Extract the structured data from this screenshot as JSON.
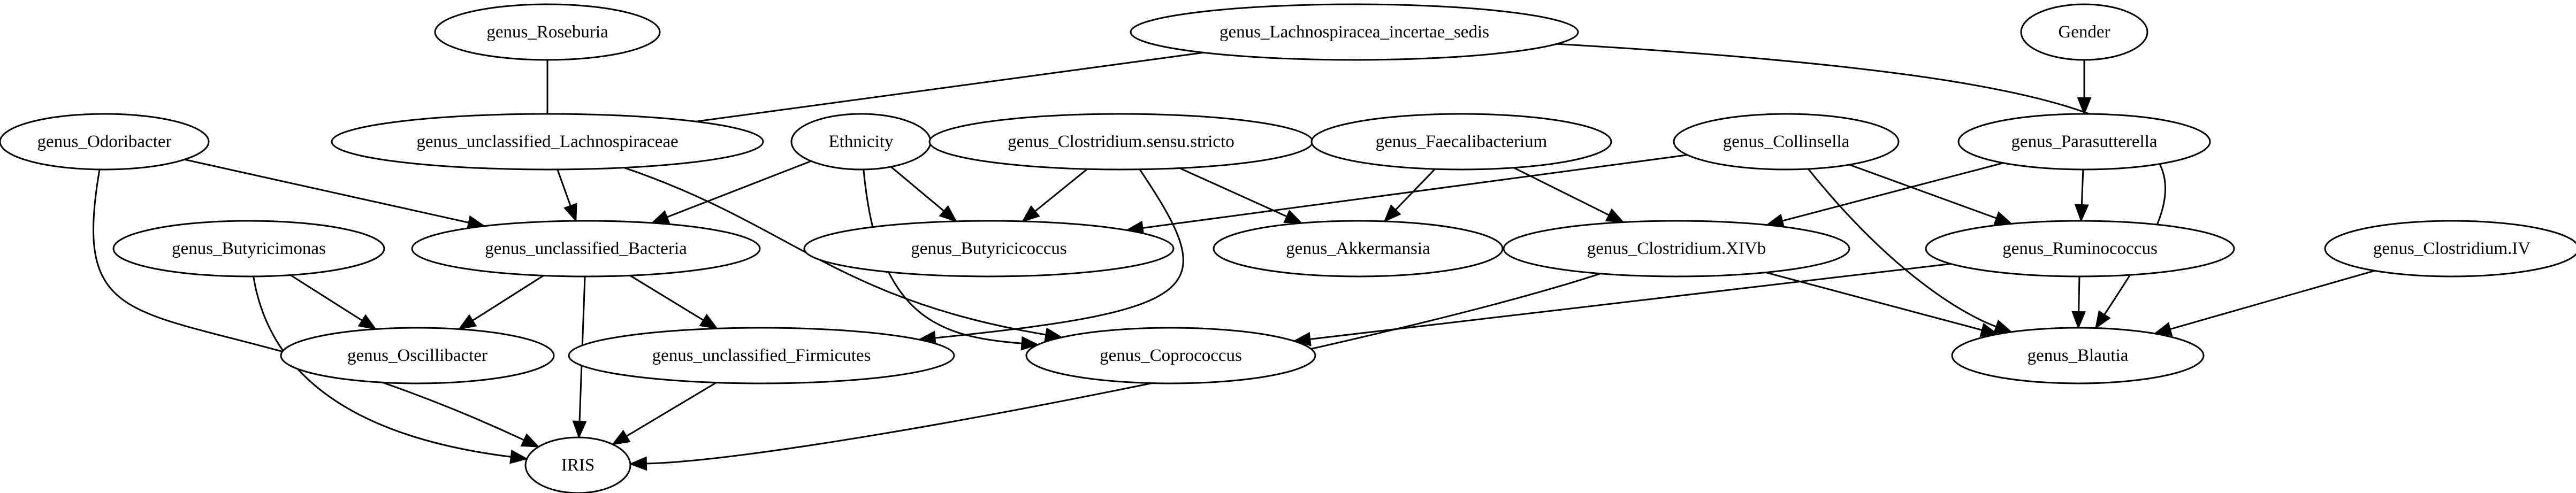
{
  "diagram": {
    "type": "directed-graph",
    "nodes": [
      {
        "id": "roseburia",
        "label": "genus_Roseburia"
      },
      {
        "id": "lachno_inc",
        "label": "genus_Lachnospiracea_incertae_sedis"
      },
      {
        "id": "gender",
        "label": "Gender"
      },
      {
        "id": "odoribacter",
        "label": "genus_Odoribacter"
      },
      {
        "id": "uncl_lachno",
        "label": "genus_unclassified_Lachnospiraceae"
      },
      {
        "id": "ethnicity",
        "label": "Ethnicity"
      },
      {
        "id": "clost_ss",
        "label": "genus_Clostridium.sensu.stricto"
      },
      {
        "id": "faecali",
        "label": "genus_Faecalibacterium"
      },
      {
        "id": "collinsella",
        "label": "genus_Collinsella"
      },
      {
        "id": "parasutterella",
        "label": "genus_Parasutterella"
      },
      {
        "id": "butyricimonas",
        "label": "genus_Butyricimonas"
      },
      {
        "id": "uncl_bacteria",
        "label": "genus_unclassified_Bacteria"
      },
      {
        "id": "butyricicoccus",
        "label": "genus_Butyricicoccus"
      },
      {
        "id": "akkermansia",
        "label": "genus_Akkermansia"
      },
      {
        "id": "clost_xivb",
        "label": "genus_Clostridium.XIVb"
      },
      {
        "id": "ruminococcus",
        "label": "genus_Ruminococcus"
      },
      {
        "id": "clost_iv",
        "label": "genus_Clostridium.IV"
      },
      {
        "id": "oscillibacter",
        "label": "genus_Oscillibacter"
      },
      {
        "id": "uncl_firmicutes",
        "label": "genus_unclassified_Firmicutes"
      },
      {
        "id": "coprococcus",
        "label": "genus_Coprococcus"
      },
      {
        "id": "blautia",
        "label": "genus_Blautia"
      },
      {
        "id": "iris",
        "label": "IRIS"
      }
    ],
    "edges": [
      {
        "from": "roseburia",
        "to": "uncl_lachno",
        "directed": false
      },
      {
        "from": "lachno_inc",
        "to": "uncl_lachno",
        "directed": false
      },
      {
        "from": "lachno_inc",
        "to": "blautia",
        "directed": true
      },
      {
        "from": "gender",
        "to": "parasutterella",
        "directed": true
      },
      {
        "from": "odoribacter",
        "to": "uncl_bacteria",
        "directed": true
      },
      {
        "from": "odoribacter",
        "to": "iris",
        "directed": true
      },
      {
        "from": "uncl_lachno",
        "to": "uncl_bacteria",
        "directed": true
      },
      {
        "from": "uncl_lachno",
        "to": "coprococcus",
        "directed": true
      },
      {
        "from": "ethnicity",
        "to": "uncl_bacteria",
        "directed": true
      },
      {
        "from": "ethnicity",
        "to": "butyricicoccus",
        "directed": true
      },
      {
        "from": "ethnicity",
        "to": "coprococcus",
        "directed": true
      },
      {
        "from": "clost_ss",
        "to": "butyricicoccus",
        "directed": true
      },
      {
        "from": "clost_ss",
        "to": "akkermansia",
        "directed": true
      },
      {
        "from": "clost_ss",
        "to": "uncl_firmicutes",
        "directed": true
      },
      {
        "from": "faecali",
        "to": "akkermansia",
        "directed": true
      },
      {
        "from": "faecali",
        "to": "clost_xivb",
        "directed": true
      },
      {
        "from": "collinsella",
        "to": "butyricicoccus",
        "directed": true
      },
      {
        "from": "collinsella",
        "to": "ruminococcus",
        "directed": true
      },
      {
        "from": "collinsella",
        "to": "blautia",
        "directed": true
      },
      {
        "from": "parasutterella",
        "to": "clost_xivb",
        "directed": true
      },
      {
        "from": "parasutterella",
        "to": "ruminococcus",
        "directed": true
      },
      {
        "from": "butyricimonas",
        "to": "oscillibacter",
        "directed": true
      },
      {
        "from": "butyricimonas",
        "to": "iris",
        "directed": true
      },
      {
        "from": "uncl_bacteria",
        "to": "oscillibacter",
        "directed": true
      },
      {
        "from": "uncl_bacteria",
        "to": "uncl_firmicutes",
        "directed": true
      },
      {
        "from": "uncl_bacteria",
        "to": "iris",
        "directed": true
      },
      {
        "from": "clost_xivb",
        "to": "blautia",
        "directed": true
      },
      {
        "from": "clost_xivb",
        "to": "iris",
        "directed": true
      },
      {
        "from": "ruminococcus",
        "to": "coprococcus",
        "directed": true
      },
      {
        "from": "ruminococcus",
        "to": "blautia",
        "directed": true
      },
      {
        "from": "clost_iv",
        "to": "blautia",
        "directed": true
      },
      {
        "from": "uncl_firmicutes",
        "to": "iris",
        "directed": true
      }
    ]
  }
}
